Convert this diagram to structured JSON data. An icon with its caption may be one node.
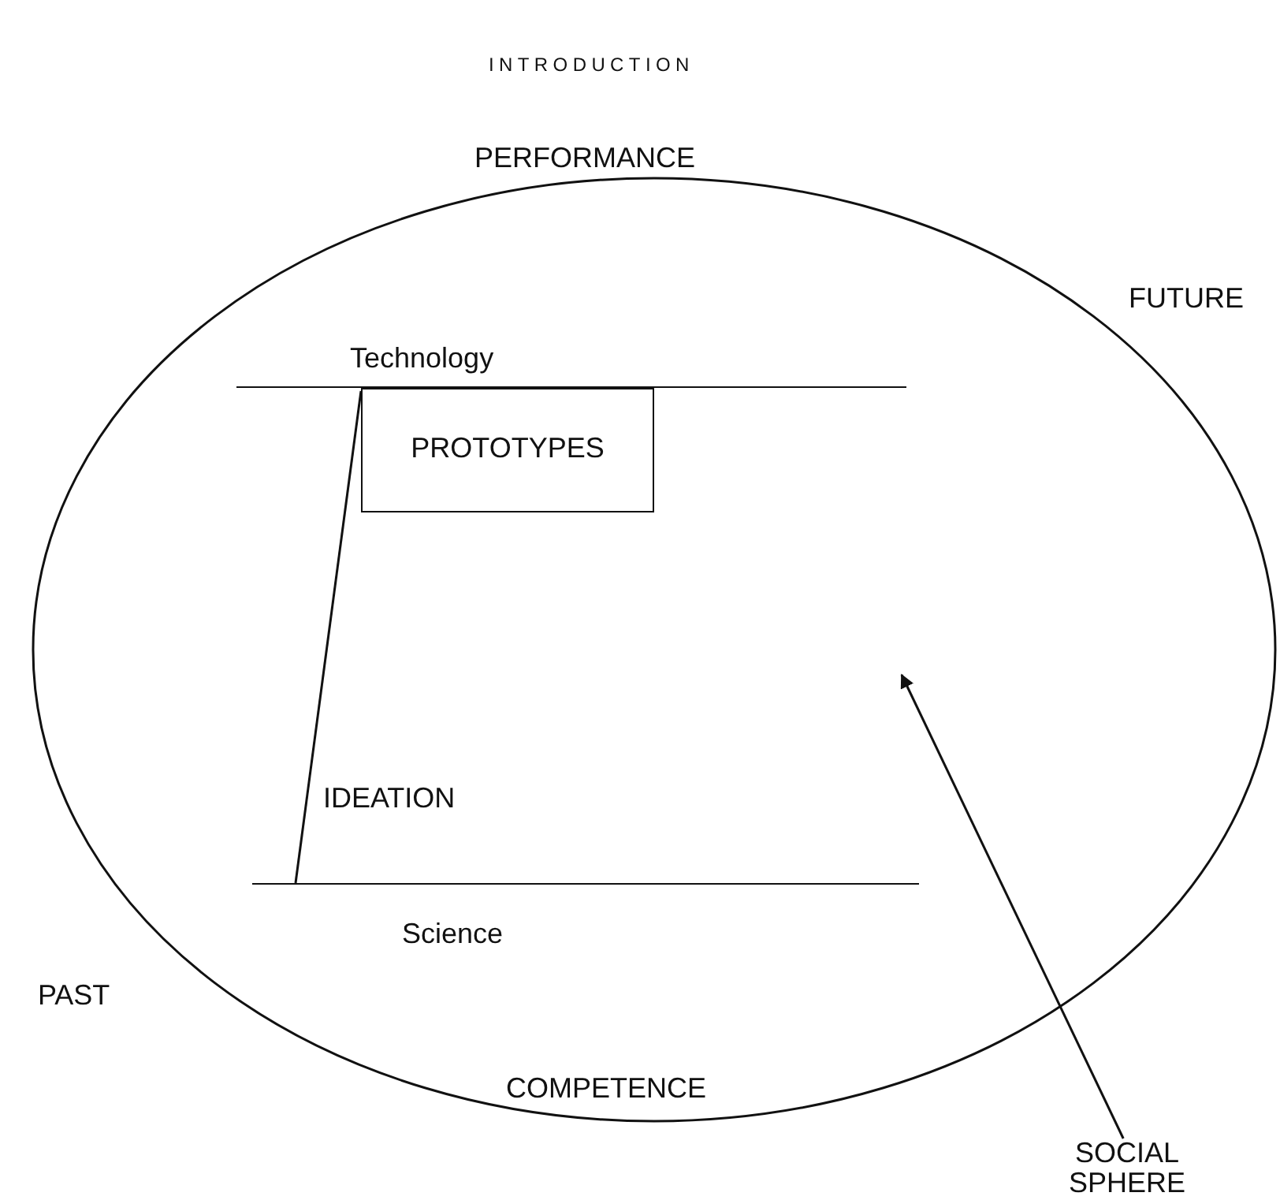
{
  "diagram": {
    "nodes": [
      {
        "text": [],
        "shape": "ellipse"
      },
      {
        "text": [
          "Technology"
        ],
        "in": 0
      },
      {
        "text": [
          "PROTOTYPES"
        ],
        "in": 0
      },
      {
        "text": [
          "Science"
        ],
        "in": 0
      },
      {
        "text": [
          "SOCIAL SPHERE"
        ]
      }
    ],
    "edges": [
      {
        "from": 3,
        "to": 2,
        "arrow": "none",
        "label": "IDEATION"
      },
      {
        "from": 4,
        "to": null,
        "arrow": "to"
      }
    ],
    "labels": [
      "INTRODUCTION",
      "PERFORMANCE",
      "FUTURE",
      "PAST",
      "COMPETENCE"
    ]
  }
}
